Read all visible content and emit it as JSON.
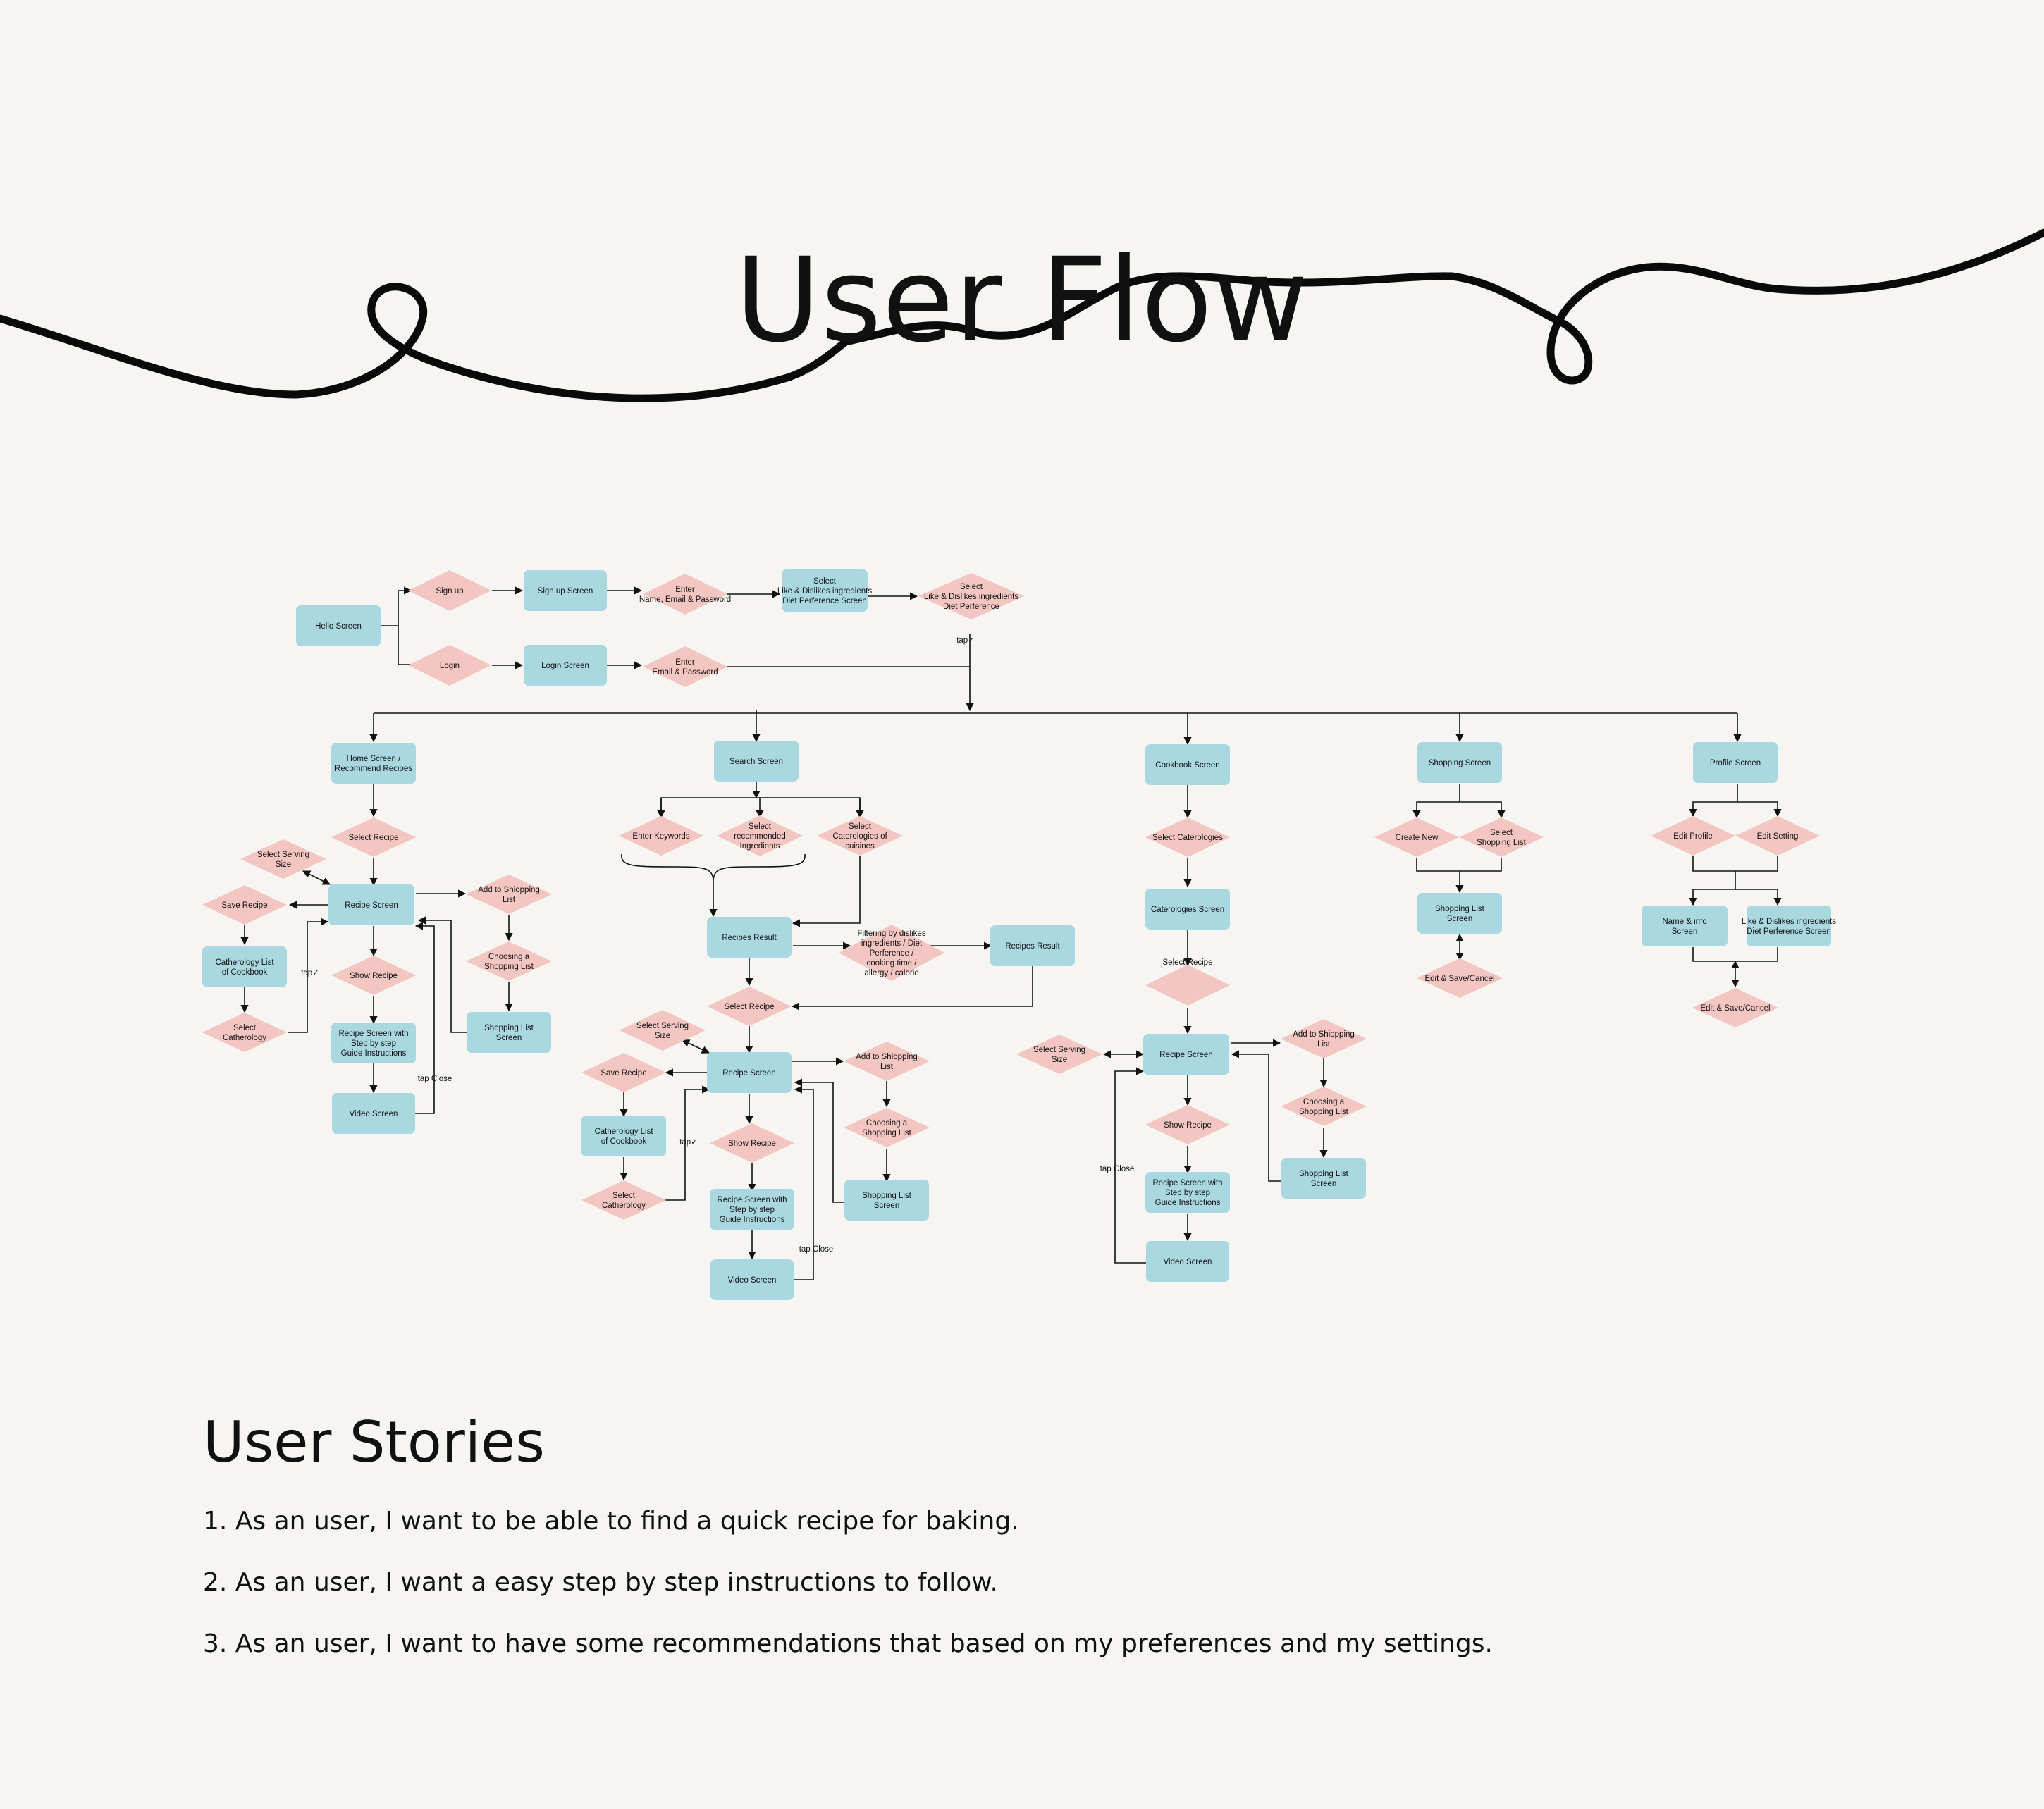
{
  "title": "User Flow",
  "colors": {
    "screen": "#a9d8e1",
    "action": "#f3c6c2",
    "background": "#f6f5f1"
  },
  "nodes": {
    "n1": {
      "kind": "screen",
      "lines": [
        "Hello Screen"
      ]
    },
    "n2": {
      "kind": "action",
      "lines": [
        "Sign up"
      ]
    },
    "n3": {
      "kind": "action",
      "lines": [
        "Login"
      ]
    },
    "n4": {
      "kind": "screen",
      "lines": [
        "Sign up Screen"
      ]
    },
    "n5": {
      "kind": "screen",
      "lines": [
        "Login Screen"
      ]
    },
    "n6": {
      "kind": "action",
      "lines": [
        "Enter",
        "Name, Email & Password"
      ]
    },
    "n7": {
      "kind": "action",
      "lines": [
        "Enter",
        "Email & Password"
      ]
    },
    "n8": {
      "kind": "screen",
      "lines": [
        "Select",
        "Like & Dislikes ingredients",
        "Diet Perference Screen"
      ]
    },
    "n9": {
      "kind": "action",
      "lines": [
        "Select",
        "Like & Dislikes ingredients",
        "Diet Perference"
      ]
    },
    "n10": {
      "kind": "screen",
      "lines": [
        "Home Screen /",
        "Recommend Recipes"
      ]
    },
    "n11": {
      "kind": "action",
      "lines": [
        "Select Recipe"
      ]
    },
    "n12": {
      "kind": "action",
      "lines": [
        "Select Serving",
        "Size"
      ]
    },
    "n13": {
      "kind": "screen",
      "lines": [
        "Recipe Screen"
      ]
    },
    "n14": {
      "kind": "action",
      "lines": [
        "Save Recipe"
      ]
    },
    "n15": {
      "kind": "screen",
      "lines": [
        "Catherology List",
        "of Cookbook"
      ]
    },
    "n16": {
      "kind": "action",
      "lines": [
        "Select",
        "Catherology"
      ]
    },
    "n17": {
      "kind": "action",
      "lines": [
        "Show Recipe"
      ]
    },
    "n18": {
      "kind": "screen",
      "lines": [
        "Recipe Screen with",
        "Step by step",
        "Guide Instructions"
      ]
    },
    "n19": {
      "kind": "screen",
      "lines": [
        "Video Screen"
      ]
    },
    "n20": {
      "kind": "action",
      "lines": [
        "Add to Shiopping",
        "List"
      ]
    },
    "n21": {
      "kind": "action",
      "lines": [
        "Choosing a",
        "Shopping List"
      ]
    },
    "n22": {
      "kind": "screen",
      "lines": [
        "Shopping List",
        "Screen"
      ]
    },
    "n23": {
      "kind": "screen",
      "lines": [
        "Search Screen"
      ]
    },
    "n24": {
      "kind": "action",
      "lines": [
        "Enter Keywords"
      ]
    },
    "n25": {
      "kind": "action",
      "lines": [
        "Select",
        "recommended",
        "Ingredients"
      ]
    },
    "n26": {
      "kind": "action",
      "lines": [
        "Select",
        "Caterologies of",
        "cuisines"
      ]
    },
    "n27": {
      "kind": "screen",
      "lines": [
        "Recipes Result"
      ]
    },
    "n28": {
      "kind": "action",
      "lines": [
        "Filtering by dislikes",
        "ingredients / Diet",
        "Perference /",
        "cooking time /",
        "allergy / calorie"
      ]
    },
    "n29": {
      "kind": "screen",
      "lines": [
        "Recipes Result"
      ]
    },
    "n30": {
      "kind": "action",
      "lines": [
        "Select Recipe"
      ]
    },
    "n31": {
      "kind": "action",
      "lines": [
        "Select Serving",
        "Size"
      ]
    },
    "n32": {
      "kind": "screen",
      "lines": [
        "Recipe Screen"
      ]
    },
    "n33": {
      "kind": "action",
      "lines": [
        "Save Recipe"
      ]
    },
    "n34": {
      "kind": "screen",
      "lines": [
        "Catherology List",
        "of Cookbook"
      ]
    },
    "n35": {
      "kind": "action",
      "lines": [
        "Select",
        "Catherology"
      ]
    },
    "n36": {
      "kind": "action",
      "lines": [
        "Show Recipe"
      ]
    },
    "n37": {
      "kind": "screen",
      "lines": [
        "Recipe Screen with",
        "Step by step",
        "Guide Instructions"
      ]
    },
    "n38": {
      "kind": "screen",
      "lines": [
        "Video Screen"
      ]
    },
    "n39": {
      "kind": "action",
      "lines": [
        "Add to Shiopping",
        "List"
      ]
    },
    "n40": {
      "kind": "action",
      "lines": [
        "Choosing a",
        "Shopping List"
      ]
    },
    "n41": {
      "kind": "screen",
      "lines": [
        "Shopping List",
        "Screen"
      ]
    },
    "n42": {
      "kind": "screen",
      "lines": [
        "Cookbook Screen"
      ]
    },
    "n43": {
      "kind": "action",
      "lines": [
        "Select Caterologies"
      ]
    },
    "n44": {
      "kind": "screen",
      "lines": [
        "Caterologies Screen"
      ]
    },
    "n45": {
      "kind": "action",
      "lines": []
    },
    "n46": {
      "kind": "action",
      "lines": [
        "Select Serving",
        "Size"
      ]
    },
    "n47": {
      "kind": "screen",
      "lines": [
        "Recipe Screen"
      ]
    },
    "n48": {
      "kind": "action",
      "lines": [
        "Show Recipe"
      ]
    },
    "n49": {
      "kind": "screen",
      "lines": [
        "Recipe Screen with",
        "Step by step",
        "Guide Instructions"
      ]
    },
    "n50": {
      "kind": "screen",
      "lines": [
        "Video Screen"
      ]
    },
    "n51": {
      "kind": "action",
      "lines": [
        "Add to Shiopping",
        "List"
      ]
    },
    "n52": {
      "kind": "action",
      "lines": [
        "Choosing a",
        "Shopping List"
      ]
    },
    "n53": {
      "kind": "screen",
      "lines": [
        "Shopping List",
        "Screen"
      ]
    },
    "n54": {
      "kind": "screen",
      "lines": [
        "Shopping Screen"
      ]
    },
    "n55": {
      "kind": "action",
      "lines": [
        "Create New"
      ]
    },
    "n56": {
      "kind": "action",
      "lines": [
        "Select",
        "Shopping List"
      ]
    },
    "n57": {
      "kind": "screen",
      "lines": [
        "Shopping List",
        "Screen"
      ]
    },
    "n58": {
      "kind": "action",
      "lines": [
        "Edit & Save/Cancel"
      ]
    },
    "n59": {
      "kind": "screen",
      "lines": [
        "Profile Screen"
      ]
    },
    "n60": {
      "kind": "action",
      "lines": [
        "Edit Profile"
      ]
    },
    "n61": {
      "kind": "action",
      "lines": [
        "Edit Setting"
      ]
    },
    "n62": {
      "kind": "screen",
      "lines": [
        "Name & info",
        "Screen"
      ]
    },
    "n63": {
      "kind": "screen",
      "lines": [
        "Like & Dislikes ingredients",
        "Diet Perference Screen"
      ]
    },
    "n64": {
      "kind": "action",
      "lines": [
        "Edit & Save/Cancel"
      ]
    }
  },
  "edge_labels": {
    "e1": "tap✓",
    "e2": "tap✓",
    "e3": "tap Close",
    "e4": "tap✓",
    "e5": "tap Close",
    "e6": "Select Recipe",
    "e7": "tap Close"
  },
  "stories_title": "User Stories",
  "stories": [
    "1.  As an user, I want to be able to find a quick recipe for baking.",
    "2.  As an user, I want a easy step by step instructions to follow.",
    "3.  As an user, I want to have some recommendations that based on my preferences and my settings."
  ]
}
